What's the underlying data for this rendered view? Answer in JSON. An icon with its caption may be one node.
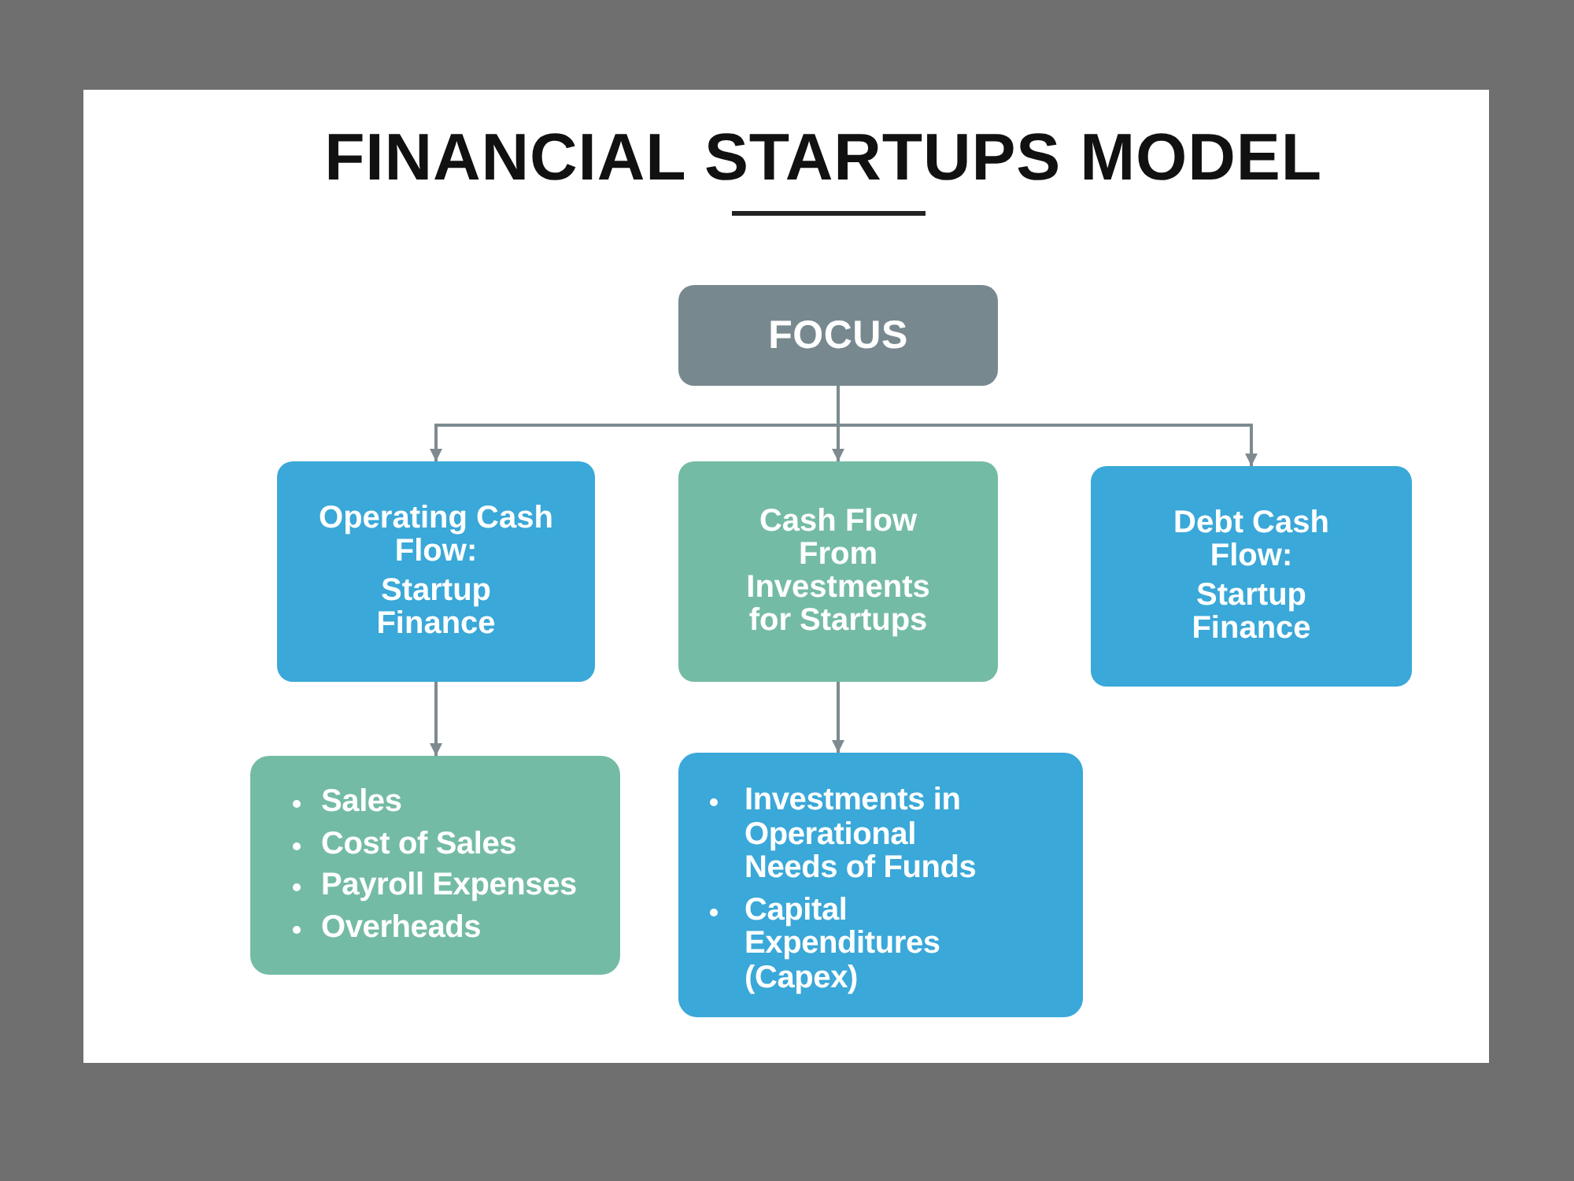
{
  "diagram": {
    "title": "FINANCIAL STARTUPS MODEL",
    "nodes": [
      {
        "text": [
          "FOCUS"
        ]
      },
      {
        "text": [
          "Operating Cash Flow:",
          "Startup Finance"
        ]
      },
      {
        "text": [
          "Cash Flow From Investments for Startups"
        ]
      },
      {
        "text": [
          "Debt Cash Flow:",
          "Startup Finance"
        ]
      },
      {
        "text": [
          "Sales",
          "Cost of Sales",
          "Payroll Expenses",
          "Overheads"
        ]
      },
      {
        "text": [
          "Investments in Operational Needs of Funds",
          "Capital Expenditures (Capex)"
        ]
      }
    ],
    "edges": [
      {
        "from": 0,
        "to": 1,
        "arrow": "to"
      },
      {
        "from": 0,
        "to": 2,
        "arrow": "to"
      },
      {
        "from": 0,
        "to": 3,
        "arrow": "to"
      },
      {
        "from": 1,
        "to": 4,
        "arrow": "to"
      },
      {
        "from": 2,
        "to": 5,
        "arrow": "to"
      }
    ]
  }
}
